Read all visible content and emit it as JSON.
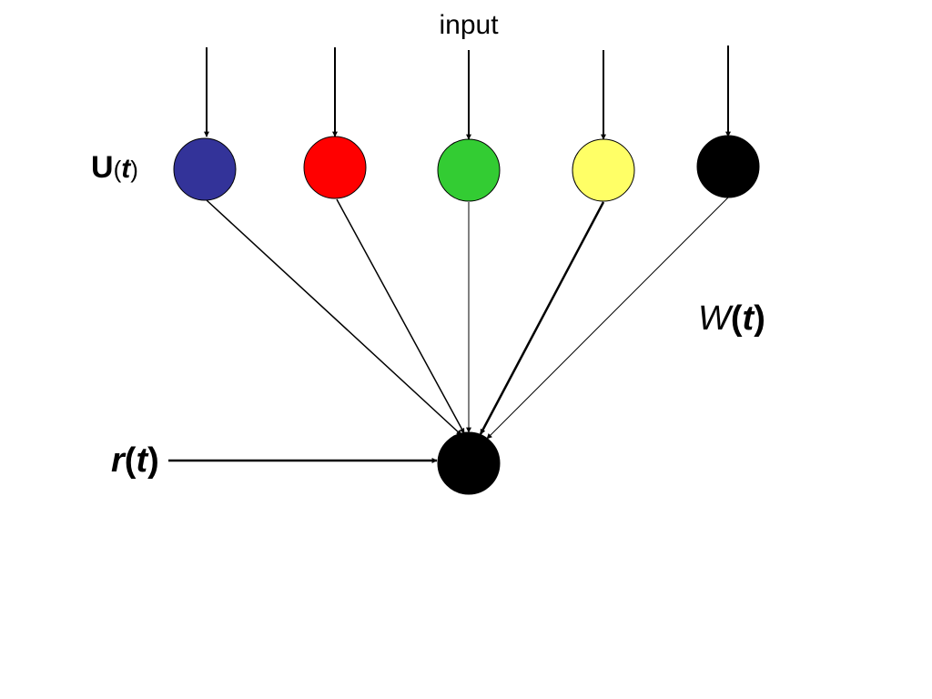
{
  "labels": {
    "input": "input",
    "u_main": "U",
    "u_open": "(",
    "u_var": "t",
    "u_close": ")",
    "w_main": "W",
    "w_open": "(",
    "w_var": "t",
    "w_close": ")",
    "r_main": "r",
    "r_open": "(",
    "r_var": "t",
    "r_close": ")"
  },
  "input_units": [
    {
      "name": "input-unit-blue",
      "color": "#333399"
    },
    {
      "name": "input-unit-red",
      "color": "#ff0000"
    },
    {
      "name": "input-unit-green",
      "color": "#33cc33"
    },
    {
      "name": "input-unit-yellow",
      "color": "#ffff66"
    },
    {
      "name": "input-unit-black",
      "color": "#000000"
    }
  ],
  "output_unit": {
    "color": "#000000"
  }
}
